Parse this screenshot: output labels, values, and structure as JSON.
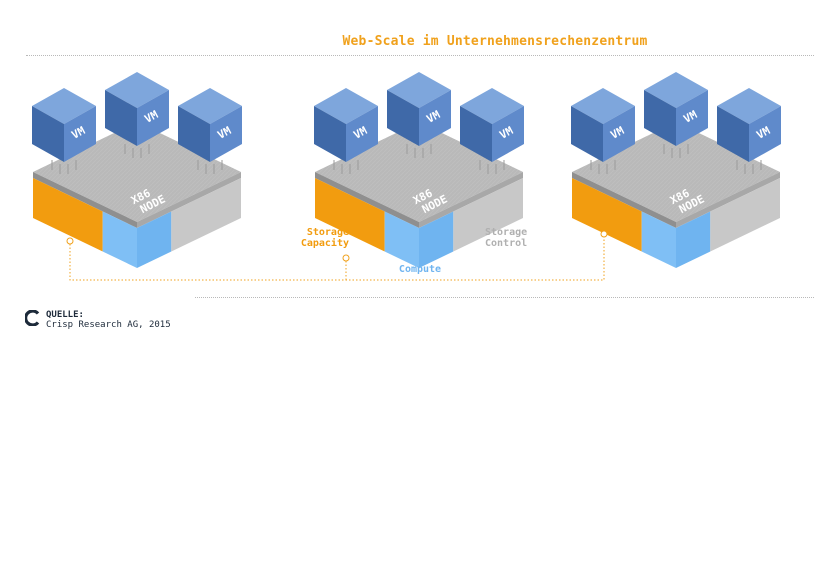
{
  "title": "Web-Scale im Unternehmensrechenzentrum",
  "vm_label": "VM",
  "node_label": [
    "X86",
    "NODE"
  ],
  "legend": {
    "storage_capacity": [
      "Storage",
      "Capacity"
    ],
    "compute": "Compute",
    "storage_control": [
      "Storage",
      "Control"
    ]
  },
  "source": {
    "heading": "QUELLE:",
    "text": "Crisp Research AG, 2015"
  },
  "colors": {
    "title": "#f0a11c",
    "storage_capacity": "#f29c0f",
    "compute": "#7fbff5",
    "storage_control": "#c8c8c8",
    "node_top": "#b9b9b9",
    "vm_front": "#3f69a8",
    "vm_side": "#5f8acb",
    "vm_top": "#7ea6dc",
    "connector": "#f0a11c",
    "source_text": "#1d2a3a"
  }
}
